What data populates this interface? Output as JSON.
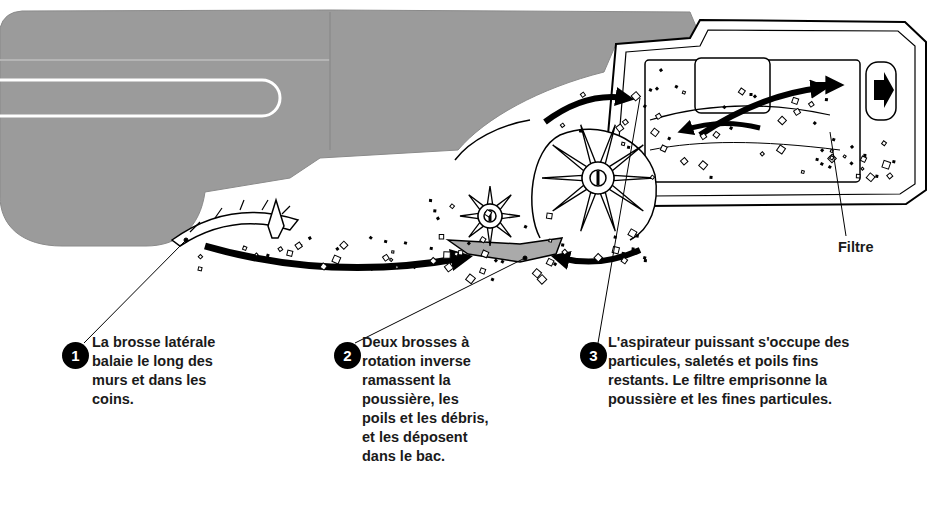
{
  "diagram": {
    "nodes": [
      {
        "text": [
          "1"
        ]
      },
      {
        "text": [
          "2"
        ]
      },
      {
        "text": [
          "3"
        ]
      }
    ],
    "labels": [
      "La brosse latérale balaie le long des murs et dans les coins.",
      "Deux brosses à rotation inverse ramassent la poussière, les poils et les débris, et les déposent dans le bac.",
      "L'aspirateur puissant s'occupe des particules, saletés et poils fins restants. Le filtre emprisonne la poussière et les fines particules.",
      "Filtre"
    ]
  }
}
